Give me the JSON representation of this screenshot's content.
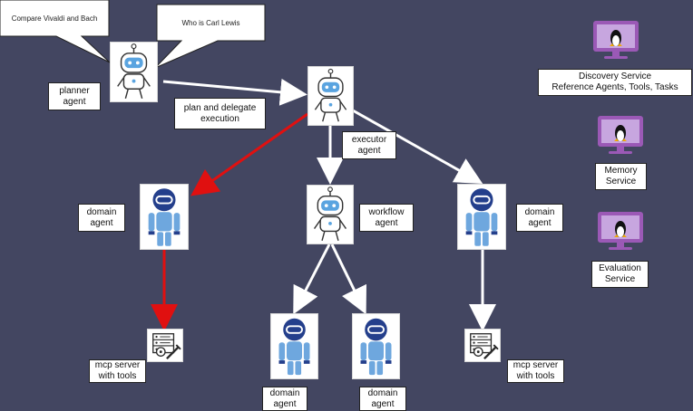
{
  "colors": {
    "background": "#434661",
    "edge_default": "#ffffff",
    "edge_highlight": "#e01010",
    "robot_blue": "#5aa4e0",
    "domain_body": "#6ea7de",
    "domain_head": "#243f8c",
    "monitor_frame": "#9b59b6",
    "monitor_screen": "#c7a6df"
  },
  "prompts": {
    "first": "Compare Vivaldi and Bach",
    "second": "Who is Carl Lewis"
  },
  "agents": {
    "planner": "planner\nagent",
    "executor": "executor\nagent",
    "workflow": "workflow\nagent",
    "domain_left": "domain\nagent",
    "domain_right": "domain\nagent",
    "domain_bottom_left": "domain\nagent",
    "domain_bottom_right": "domain\nagent"
  },
  "edges": {
    "plan_delegate": "plan and delegate\nexecution"
  },
  "servers": {
    "left": "mcp server\nwith tools",
    "right": "mcp server\nwith tools"
  },
  "services": {
    "discovery": "Discovery Service\nReference Agents, Tools, Tasks",
    "memory": "Memory\nService",
    "evaluation": "Evaluation\nService"
  },
  "icons": {
    "robot": "robot-icon",
    "humanoid": "humanoid-robot-icon",
    "server": "server-tools-icon",
    "linux": "linux-monitor-icon"
  }
}
